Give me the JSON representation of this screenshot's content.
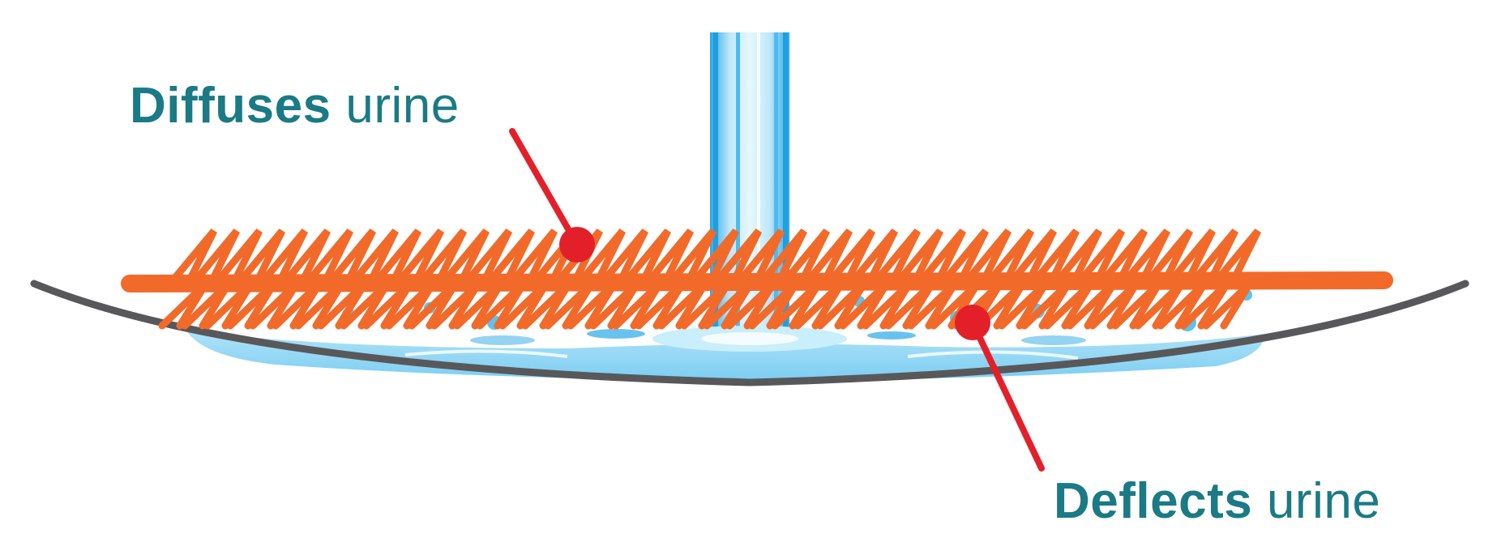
{
  "callouts": {
    "diffuses": {
      "strong": "Diffuses",
      "light": "urine"
    },
    "deflects": {
      "strong": "Deflects",
      "light": "urine"
    }
  },
  "colors": {
    "label_text": "#1a7a85",
    "bristle": "#f26a2a",
    "pointer": "#e3202a",
    "stream": "#37b4ea",
    "stream_light": "#bfe8fa",
    "water": "#8fd7f5",
    "bowl_edge": "#58585a"
  },
  "icons": {
    "top_pointer": "red-dot-pointer-icon",
    "bottom_pointer": "red-dot-pointer-icon"
  }
}
